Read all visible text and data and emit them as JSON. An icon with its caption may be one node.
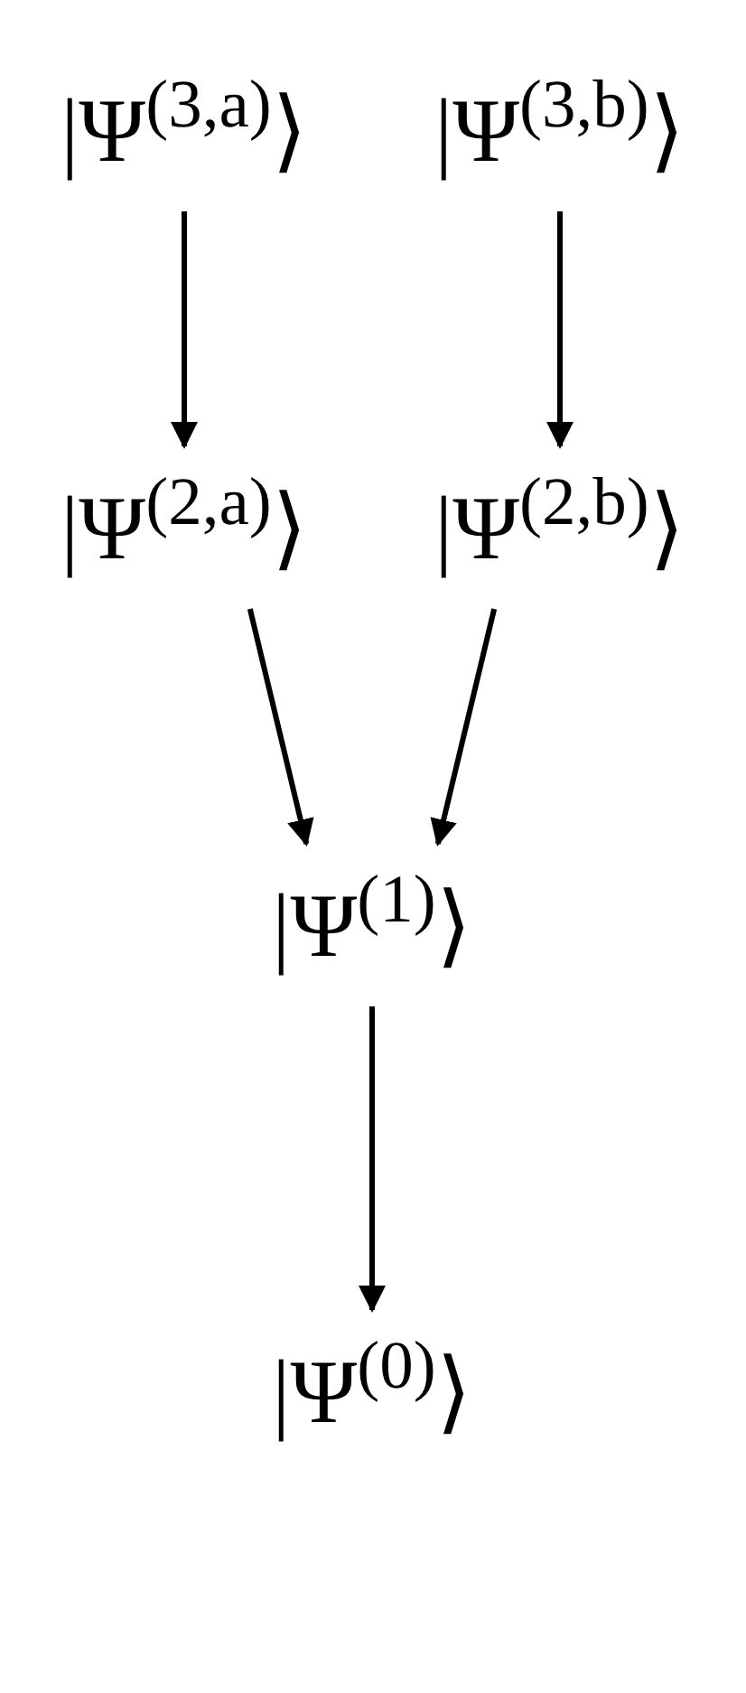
{
  "diagram": {
    "nodes": [
      {
        "text": [
          "|Ψ$^{(3,a)}$⟩"
        ]
      },
      {
        "text": [
          "|Ψ$^{(3,b)}$⟩"
        ]
      },
      {
        "text": [
          "|Ψ$^{(2,a)}$⟩"
        ]
      },
      {
        "text": [
          "|Ψ$^{(2,b)}$⟩"
        ]
      },
      {
        "text": [
          "|Ψ$^{(1)}$⟩"
        ]
      },
      {
        "text": [
          "|Ψ$^{(0)}$⟩"
        ]
      }
    ],
    "edges": [
      {
        "from": 0,
        "to": 2,
        "arrow": "to"
      },
      {
        "from": 1,
        "to": 3,
        "arrow": "to"
      },
      {
        "from": 2,
        "to": 4,
        "arrow": "to"
      },
      {
        "from": 3,
        "to": 4,
        "arrow": "to"
      },
      {
        "from": 4,
        "to": 5,
        "arrow": "to"
      }
    ]
  }
}
